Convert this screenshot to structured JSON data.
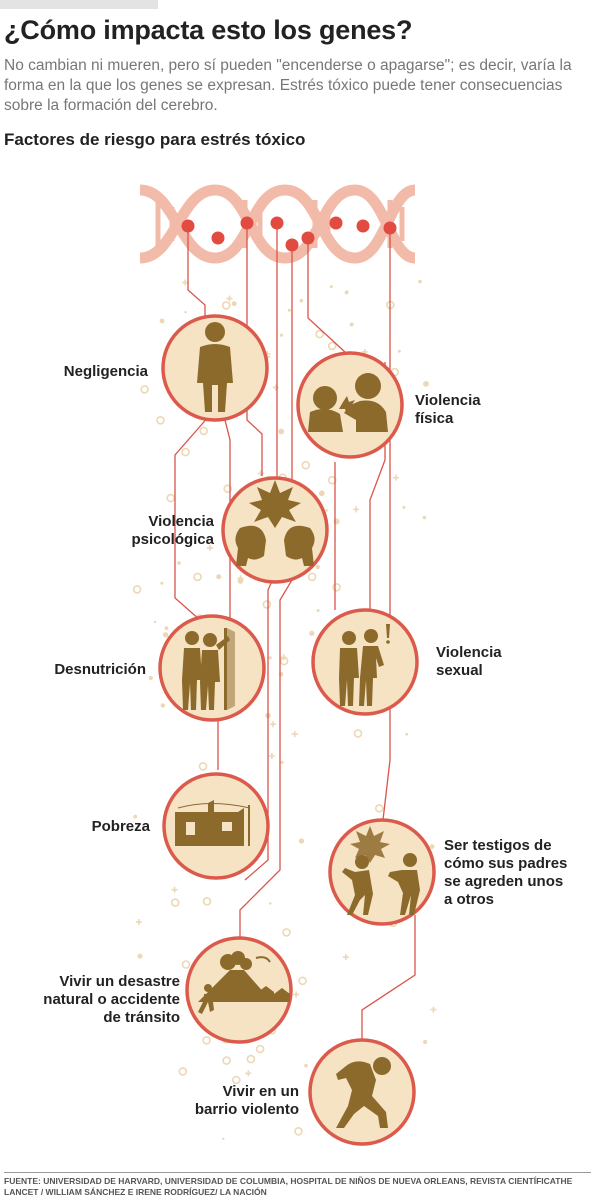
{
  "header": {
    "title": "¿Cómo impacta esto los genes?",
    "subtitle": "No cambian ni mueren, pero sí pueden \"encenderse o apagarse\"; es decir, varía la forma en la que los genes se expresan. Estrés tóxico puede tener consecuencias sobre la formación del cerebro.",
    "section_title": "Factores de riesgo para estrés tóxico"
  },
  "factors": [
    {
      "label": "Negligencia",
      "icon": "standing-person-icon"
    },
    {
      "label": "Violencia\nfísica",
      "icon": "punch-icon"
    },
    {
      "label": "Violencia\npsicológica",
      "icon": "arguing-faces-icon"
    },
    {
      "label": "Desnutrición",
      "icon": "two-people-looking-icon"
    },
    {
      "label": "Violencia\nsexual",
      "icon": "harassment-icon"
    },
    {
      "label": "Pobreza",
      "icon": "shack-icon"
    },
    {
      "label": "Ser testigos de\ncómo sus padres\nse agreden unos\na otros",
      "icon": "parents-fighting-icon"
    },
    {
      "label": "Vivir un desastre\nnatural o accidente\nde tránsito",
      "icon": "volcano-disaster-icon"
    },
    {
      "label": "Vivir en un\nbarrio violento",
      "icon": "cowering-person-icon"
    }
  ],
  "colors": {
    "dna": "#f2bba9",
    "node": "#e24b3f",
    "line": "#d9544a",
    "circle_fill": "#f5e3c4",
    "circle_stroke": "#dc5a4b",
    "icon": "#8c6a2c",
    "dots": "#ecd8b5"
  },
  "footer": {
    "source": "Fuente: Universidad de Harvard, Universidad de Columbia, Hospital de Niños de Nueva Orleans, Revista Científicathe Lancet / William Sánchez e Irene Rodríguez/ La Nación"
  }
}
